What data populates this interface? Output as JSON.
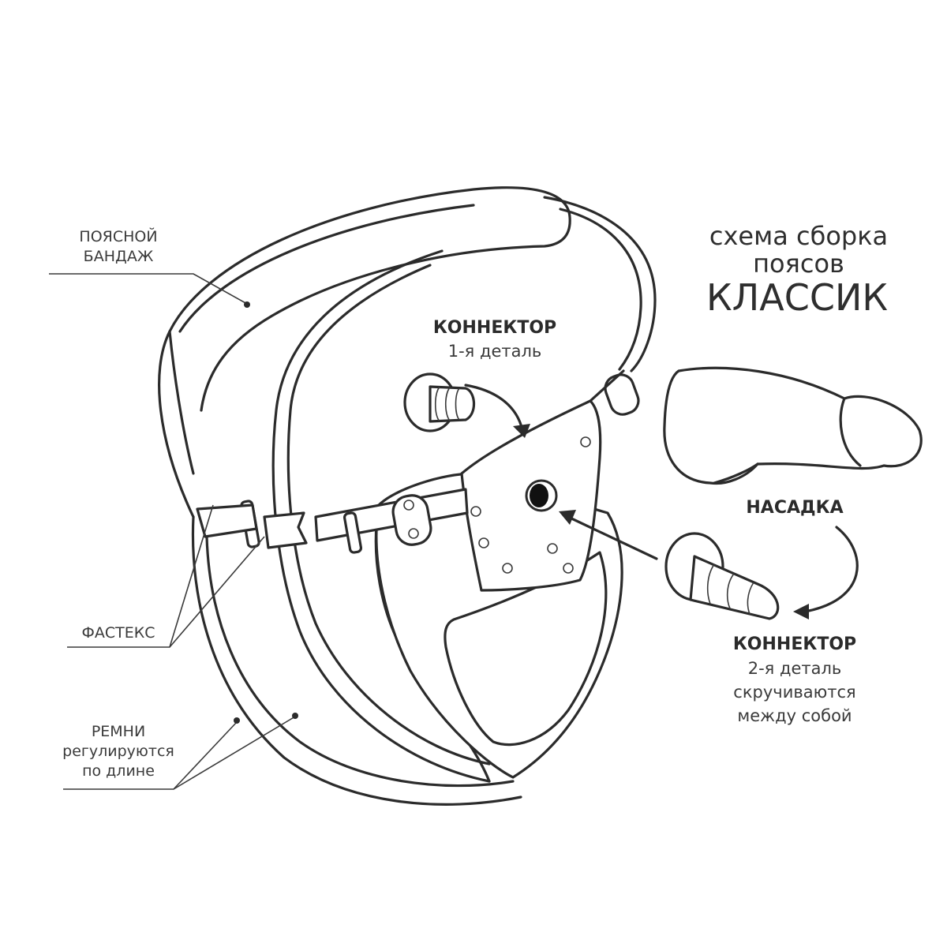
{
  "title": {
    "line1": "схема сборка",
    "line2": "поясов",
    "line3": "КЛАССИК"
  },
  "labels": {
    "waist_band": {
      "line1": "ПОЯСНОЙ",
      "line2": "БАНДАЖ"
    },
    "buckle": "ФАСТЕКС",
    "straps": {
      "line1": "РЕМНИ",
      "line2": "регулируются",
      "line3": "по длине"
    },
    "connector1": {
      "line1": "КОННЕКТОР",
      "line2": "1-я деталь"
    },
    "attachment": "НАСАДКА",
    "connector2": {
      "line1": "КОННЕКТОР",
      "line2": "2-я деталь",
      "line3": "скручиваются",
      "line4": "между собой"
    }
  },
  "colors": {
    "ink": "#2b2b2b",
    "background": "#ffffff"
  }
}
